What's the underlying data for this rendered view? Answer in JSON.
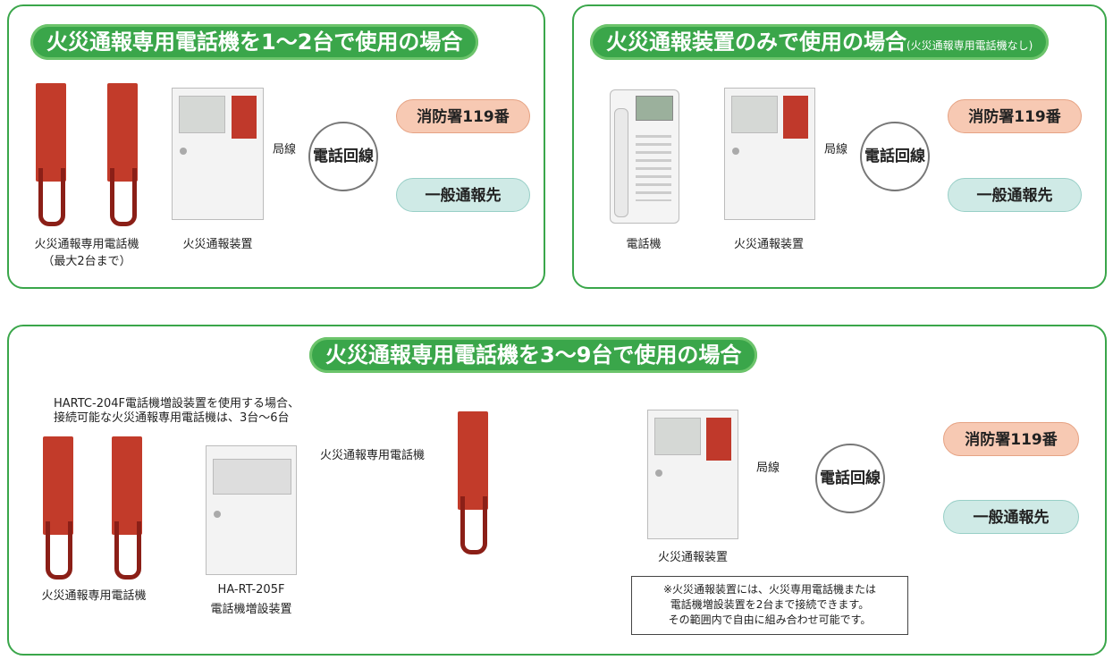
{
  "panel1": {
    "title": "火災通報専用電話機を1～2台で使用の場合",
    "phone_label_1": "火災通報専用電話機",
    "phone_label_2": "（最大2台まで）",
    "device_label": "火災通報装置",
    "trunk_label": "局線",
    "line_label": "電話回線",
    "fire_dest": "消防署119番",
    "general_dest": "一般通報先"
  },
  "panel2": {
    "title": "火災通報装置のみで使用の場合",
    "title_suffix": "(火災通報専用電話機なし)",
    "phone_label": "電話機",
    "device_label": "火災通報装置",
    "trunk_label": "局線",
    "line_label": "電話回線",
    "fire_dest": "消防署119番",
    "general_dest": "一般通報先"
  },
  "panel3": {
    "title": "火災通報専用電話機を3～9台で使用の場合",
    "note_line1": "HARTC-204F電話機増設装置を使用する場合、",
    "note_line2": "接続可能な火災通報専用電話機は、3台～6台",
    "phones_label": "火災通報専用電話機",
    "expander_label_1": "HA-RT-205F",
    "expander_label_2": "電話機増設装置",
    "mid_phone_label": "火災通報専用電話機",
    "device_label": "火災通報装置",
    "trunk_label": "局線",
    "line_label": "電話回線",
    "fire_dest": "消防署119番",
    "general_dest": "一般通報先",
    "footnote_1": "※火災通報装置には、火災専用電話機または",
    "footnote_2": "電話機増設装置を2台まで接続できます。",
    "footnote_3": "その範囲内で自由に組み合わせ可能です。"
  },
  "colors": {
    "green": "#3aa64a",
    "fire": "#f7c9b3",
    "general": "#cfeae6",
    "phone_red": "#c23b2a"
  }
}
